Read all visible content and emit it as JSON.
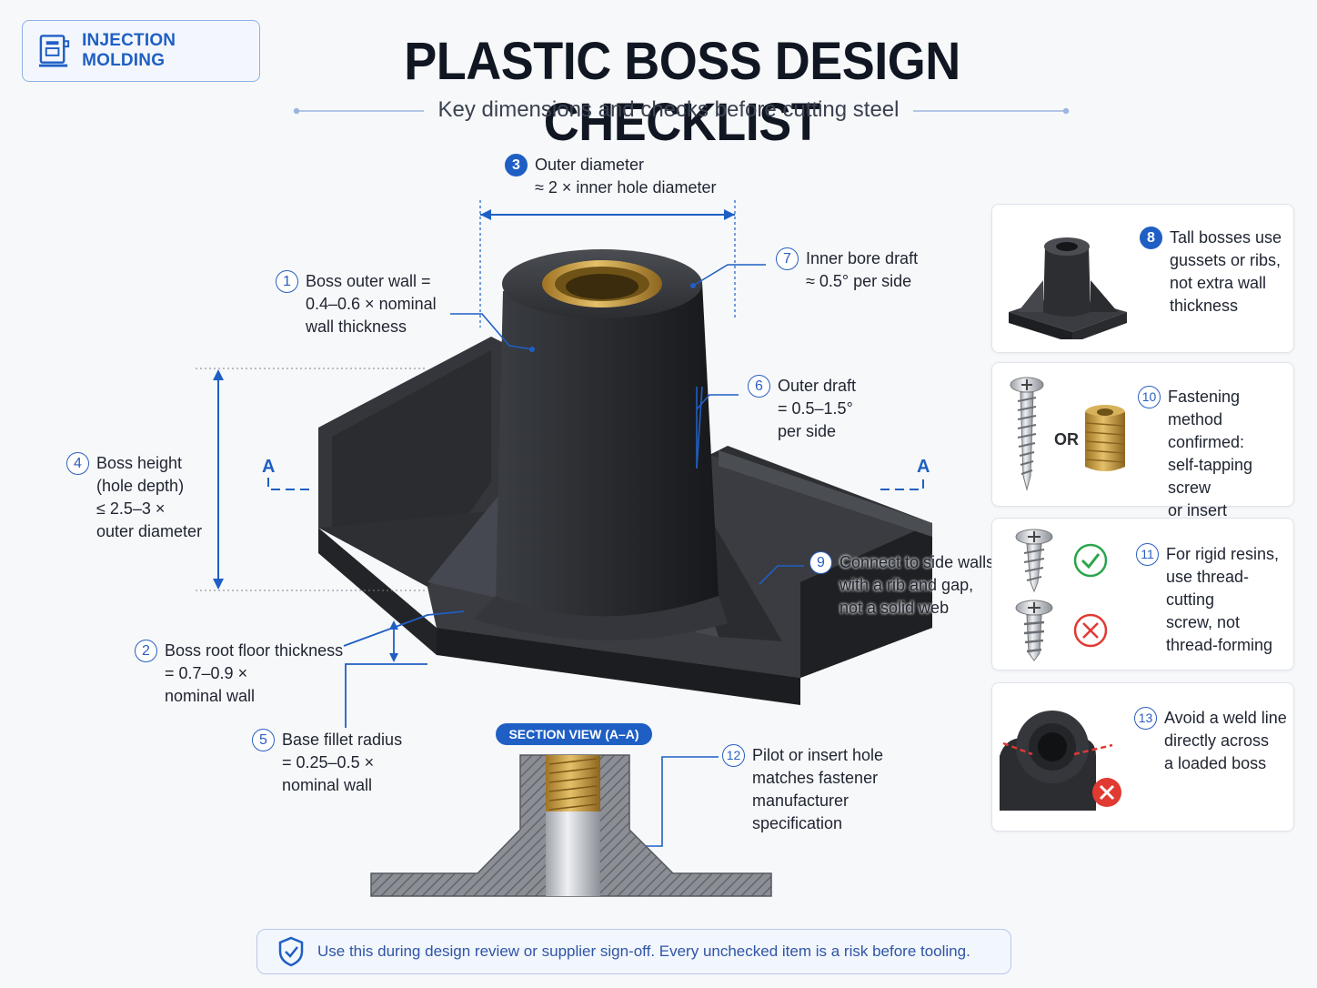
{
  "header": {
    "badge": "INJECTION MOLDING",
    "title": "PLASTIC BOSS DESIGN CHECKLIST",
    "subtitle": "Key dimensions and checks before cutting steel"
  },
  "colors": {
    "accent": "#1f5fc4",
    "ok": "#2aa54a",
    "bad": "#e03a32",
    "brass": "#c99a3e",
    "part": "#2b2d31"
  },
  "callouts": [
    {
      "num": "1",
      "lines": [
        "Boss outer wall =",
        "0.4–0.6 × nominal",
        "wall thickness"
      ]
    },
    {
      "num": "2",
      "lines": [
        "Boss root floor thickness",
        "= 0.7–0.9 ×",
        "nominal wall"
      ]
    },
    {
      "num": "3",
      "lines": [
        "Outer diameter",
        "≈ 2 × inner hole diameter"
      ]
    },
    {
      "num": "4",
      "lines": [
        "Boss height",
        "(hole depth)",
        "≤ 2.5–3 ×",
        "outer diameter"
      ]
    },
    {
      "num": "5",
      "lines": [
        "Base fillet radius",
        "= 0.25–0.5 ×",
        "nominal wall"
      ]
    },
    {
      "num": "6",
      "lines": [
        "Outer draft",
        "= 0.5–1.5°",
        "per side"
      ]
    },
    {
      "num": "7",
      "lines": [
        "Inner bore draft",
        "≈ 0.5° per side"
      ]
    },
    {
      "num": "9",
      "lines": [
        "Connect to side walls",
        "with a rib and gap,",
        "not a solid web"
      ]
    },
    {
      "num": "12",
      "lines": [
        "Pilot or insert hole",
        "matches fastener",
        "manufacturer",
        "specification"
      ]
    }
  ],
  "section": {
    "label": "SECTION VIEW (A–A)",
    "marker": "A"
  },
  "cards": [
    {
      "num": "8",
      "lines": [
        "Tall bosses use",
        "gussets or ribs,",
        "not extra wall",
        "thickness"
      ]
    },
    {
      "num": "10",
      "lines": [
        "Fastening method",
        "confirmed:",
        "self-tapping screw",
        "or insert"
      ],
      "or_label": "OR"
    },
    {
      "num": "11",
      "lines": [
        "For rigid resins,",
        "use thread-cutting",
        "screw, not",
        "thread-forming"
      ]
    },
    {
      "num": "13",
      "lines": [
        "Avoid a weld line",
        "directly across",
        "a loaded boss"
      ]
    }
  ],
  "icons": {
    "badge": "molding-machine-icon",
    "footer": "shield-check-icon",
    "ok": "check-circle-icon",
    "bad": "x-circle-icon"
  },
  "footer": {
    "text": "Use this during design review or supplier sign-off. Every unchecked item is a risk before tooling."
  }
}
